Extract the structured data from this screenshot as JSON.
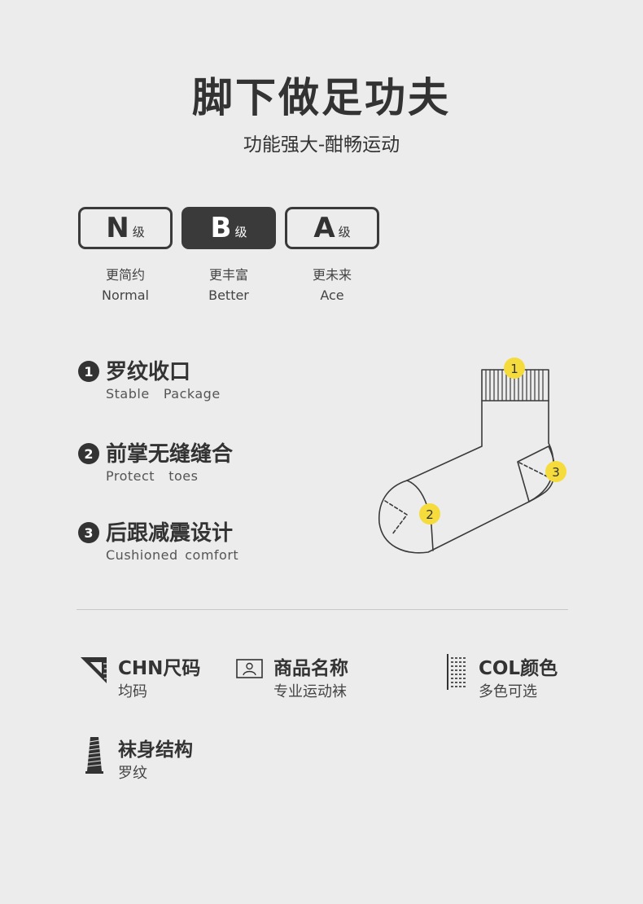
{
  "header": {
    "title": "脚下做足功夫",
    "subtitle": "功能强大-酣畅运动"
  },
  "grades": [
    {
      "letter": "N",
      "level": "级",
      "zh": "更简约",
      "en": "Normal",
      "selected": false
    },
    {
      "letter": "B",
      "level": "级",
      "zh": "更丰富",
      "en": "Better",
      "selected": true
    },
    {
      "letter": "A",
      "level": "级",
      "zh": "更未来",
      "en": "Ace",
      "selected": false
    }
  ],
  "features": [
    {
      "num": "1",
      "zh": "罗纹收口",
      "en": "Stable  Package"
    },
    {
      "num": "2",
      "zh": "前掌无缝缝合",
      "en": "Protect  toes"
    },
    {
      "num": "3",
      "zh": "后跟减震设计",
      "en": "Cushioned comfort"
    }
  ],
  "sock_markers": [
    "1",
    "2",
    "3"
  ],
  "info": [
    {
      "label": "CHN尺码",
      "value": "均码",
      "icon": "ruler-icon"
    },
    {
      "label": "商品名称",
      "value": "专业运动袜",
      "icon": "id-card-icon"
    },
    {
      "label": "COL颜色",
      "value": "多色可选",
      "icon": "color-swatch-icon"
    },
    {
      "label": "袜身结构",
      "value": "罗纹",
      "icon": "yarn-spool-icon"
    }
  ],
  "colors": {
    "background": "#ececec",
    "dark": "#3a3a3a",
    "marker_yellow": "#f5dc3c"
  }
}
